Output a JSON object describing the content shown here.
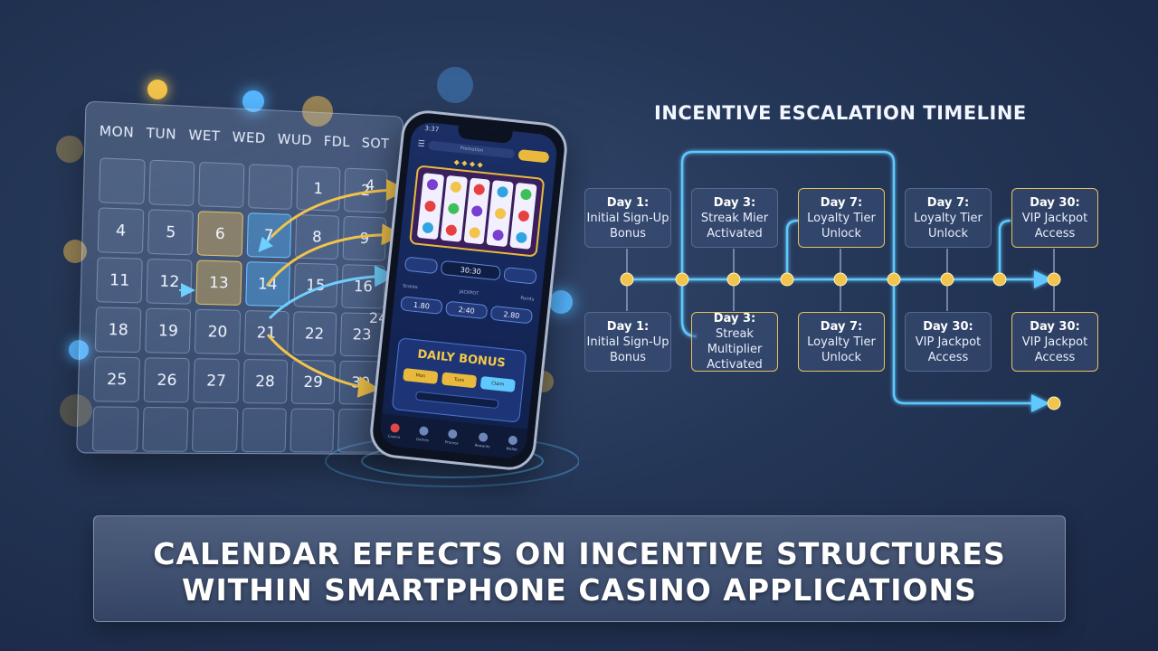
{
  "calendar": {
    "day_headers": [
      "MON",
      "TUN",
      "WET",
      "WED",
      "WUD",
      "FDL",
      "SOT"
    ],
    "rows": [
      [
        "",
        "",
        "",
        "",
        "1",
        "2"
      ],
      [
        "4",
        "5",
        "6",
        "7",
        "8",
        "9"
      ],
      [
        "11",
        "12",
        "13",
        "14",
        "15",
        "16"
      ],
      [
        "18",
        "19",
        "20",
        "21",
        "22",
        "23"
      ],
      [
        "25",
        "26",
        "27",
        "28",
        "29",
        "30"
      ],
      [
        "",
        "",
        "",
        "",
        "",
        ""
      ]
    ],
    "overflow": [
      "4",
      "24"
    ],
    "highlight_gold": [
      "6",
      "13"
    ],
    "highlight_blue": [
      "7",
      "14"
    ]
  },
  "phone": {
    "status": "3:37",
    "header_bar": "Promotion",
    "counter": "30:30",
    "section_labels": [
      "Scores",
      "JACKPOT",
      "Points"
    ],
    "values": [
      "1.80",
      "2:40",
      "2.80"
    ],
    "daily_bonus": "DAILY BONUS",
    "bonus_buttons": [
      "Mon",
      "Tues",
      "Claim"
    ],
    "tabs": [
      "Casino",
      "Games",
      "Promos",
      "Rewards",
      "Wallet"
    ]
  },
  "timeline": {
    "title": "INCENTIVE ESCALATION TIMELINE",
    "top_row": [
      {
        "day": "Day 1:",
        "lines": [
          "Initial Sign-Up",
          "Bonus"
        ],
        "gold": false
      },
      {
        "day": "Day 3:",
        "lines": [
          "Streak Mier",
          "Activated"
        ],
        "gold": false
      },
      {
        "day": "Day 7:",
        "lines": [
          "Loyalty Tier",
          "Unlock"
        ],
        "gold": true
      },
      {
        "day": "Day 7:",
        "lines": [
          "Loyalty Tier",
          "Unlock"
        ],
        "gold": false
      },
      {
        "day": "Day 30:",
        "lines": [
          "VIP Jackpot",
          "Access"
        ],
        "gold": true
      }
    ],
    "bottom_row": [
      {
        "day": "Day 1:",
        "lines": [
          "Initial Sign-Up",
          "Bonus"
        ],
        "gold": false
      },
      {
        "day": "Day 3:",
        "lines": [
          "Streak Multiplier",
          "Activated"
        ],
        "gold": true
      },
      {
        "day": "Day 7:",
        "lines": [
          "Loyalty Tier",
          "Unlock"
        ],
        "gold": true
      },
      {
        "day": "Day 30:",
        "lines": [
          "VIP Jackpot",
          "Access"
        ],
        "gold": false
      },
      {
        "day": "Day 30:",
        "lines": [
          "VIP Jackpot",
          "Access"
        ],
        "gold": true
      }
    ]
  },
  "banner": {
    "line1": "CALENDAR EFFECTS ON INCENTIVE STRUCTURES",
    "line2": "WITHIN SMARTPHONE CASINO APPLICATIONS"
  },
  "colors": {
    "gold": "#e8c15e",
    "cyan": "#5ec8ff",
    "background": "#243656"
  }
}
